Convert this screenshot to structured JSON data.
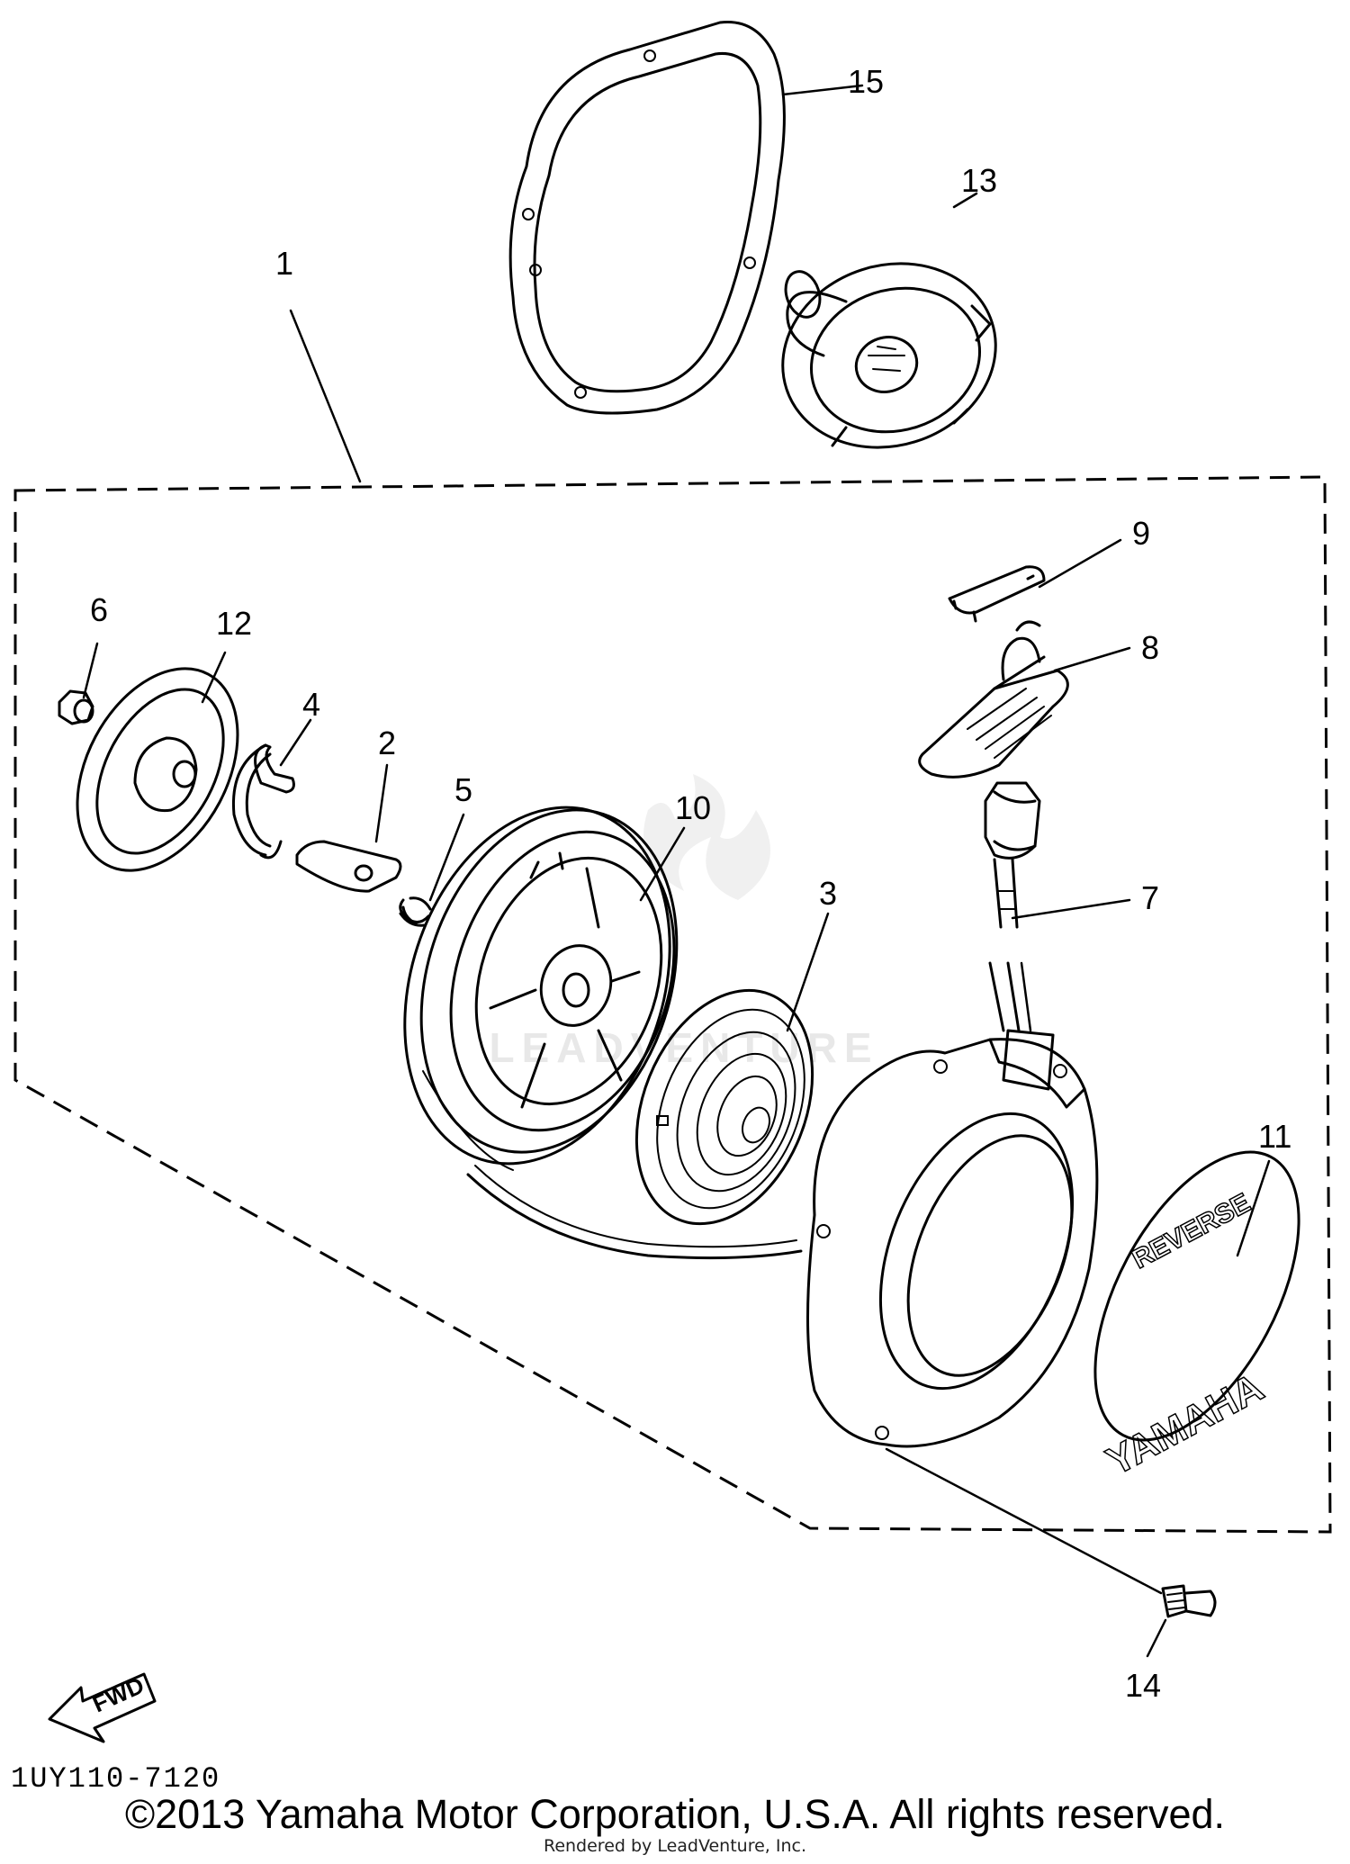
{
  "callouts": [
    {
      "id": "1",
      "text": "1"
    },
    {
      "id": "2",
      "text": "2"
    },
    {
      "id": "3",
      "text": "3"
    },
    {
      "id": "4",
      "text": "4"
    },
    {
      "id": "5",
      "text": "5"
    },
    {
      "id": "6",
      "text": "6"
    },
    {
      "id": "7",
      "text": "7"
    },
    {
      "id": "8",
      "text": "8"
    },
    {
      "id": "9",
      "text": "9"
    },
    {
      "id": "10",
      "text": "10"
    },
    {
      "id": "11",
      "text": "11"
    },
    {
      "id": "12",
      "text": "12"
    },
    {
      "id": "13",
      "text": "13"
    },
    {
      "id": "14",
      "text": "14"
    },
    {
      "id": "15",
      "text": "15"
    }
  ],
  "fwd_label": "FWD",
  "cover_text": {
    "reverse": "REVERSE",
    "brand": "YAMAHA"
  },
  "drawing_code": "1UY110-7120",
  "watermark": "LEADVENTURE",
  "copyright": "©2013 Yamaha Motor Corporation, U.S.A. All rights reserved.",
  "rendered_by": "Rendered by LeadVenture, Inc."
}
